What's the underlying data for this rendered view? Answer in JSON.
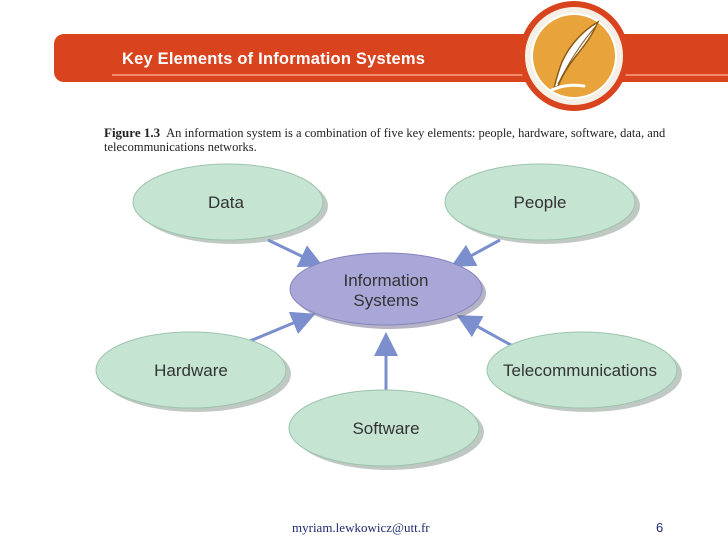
{
  "header": {
    "title": "Key Elements of Information Systems"
  },
  "figure": {
    "label": "Figure 1.3",
    "caption": "An information system is a combination of five key elements: people, hardware, software, data, and telecommunications networks."
  },
  "diagram": {
    "center": {
      "line1": "Information",
      "line2": "Systems"
    },
    "nodes": {
      "data": "Data",
      "people": "People",
      "hardware": "Hardware",
      "telecom": "Telecommunications",
      "software": "Software"
    }
  },
  "footer": {
    "email": "myriam.lewkowicz@utt.fr",
    "page": "6"
  },
  "colors": {
    "title_bar": "#d9431e",
    "node_fill": "#c5e4d2",
    "center_fill": "#a8a7d8",
    "arrow": "#7b8fcf"
  }
}
